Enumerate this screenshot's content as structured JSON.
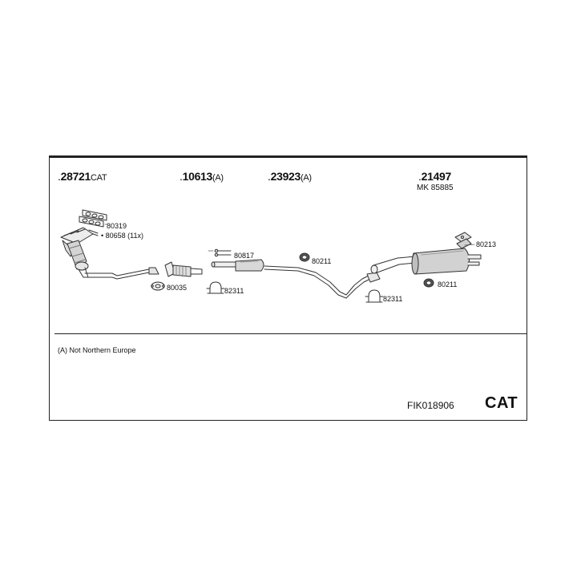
{
  "groups": {
    "g1": {
      "number": "28721",
      "suffix": "CAT"
    },
    "g2": {
      "number": "10613",
      "suffix": "(A)"
    },
    "g3": {
      "number": "23923",
      "suffix": "(A)"
    },
    "g4": {
      "number": "21497",
      "sub": "MK  85885"
    }
  },
  "parts": {
    "p80319": "80319",
    "p80658": "80658 (11x)",
    "p80035": "80035",
    "p80817": "80817",
    "p82311a": "82311",
    "p80211a": "80211",
    "p82311b": "82311",
    "p80213": "80213",
    "p80211b": "80211"
  },
  "footer": {
    "note": "(A) Not Northern Europe",
    "code": "FIK018906",
    "badge": "CAT"
  }
}
